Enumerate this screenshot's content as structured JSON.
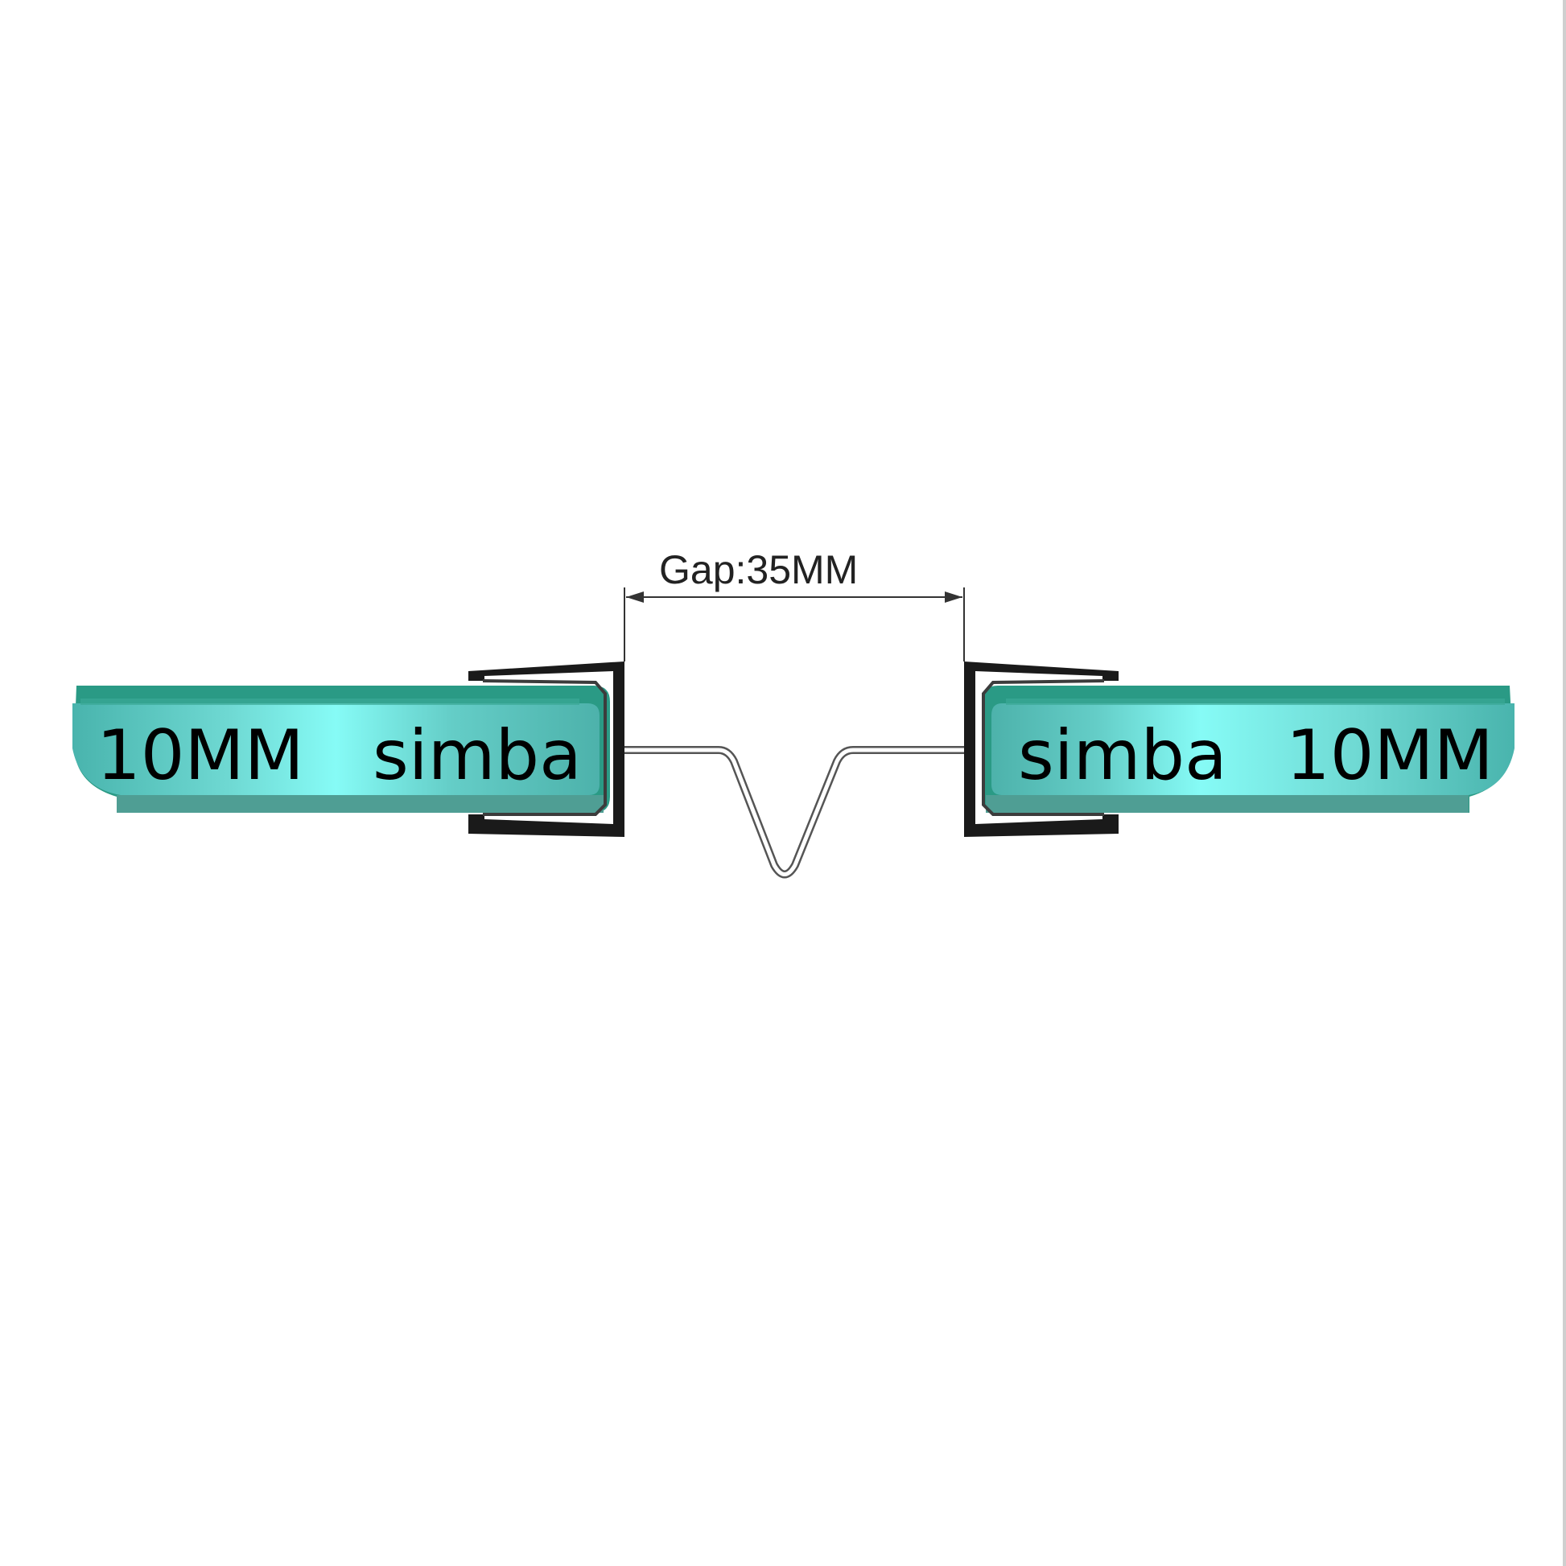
{
  "dimension": {
    "label": "Gap:35MM"
  },
  "left_panel": {
    "thickness_label": "10MM",
    "brand_label": "simba"
  },
  "right_panel": {
    "thickness_label": "10MM",
    "brand_label": "simba"
  },
  "colors": {
    "glass_edge": "#2a9a85",
    "glass_face_light": "#7ffaf5",
    "glass_face_mid": "#5fc4c0",
    "glass_shadow": "#4f9e94",
    "seal_profile": "#1a1a1a",
    "seal_strip": "#555555",
    "dimension_line": "#333333"
  }
}
